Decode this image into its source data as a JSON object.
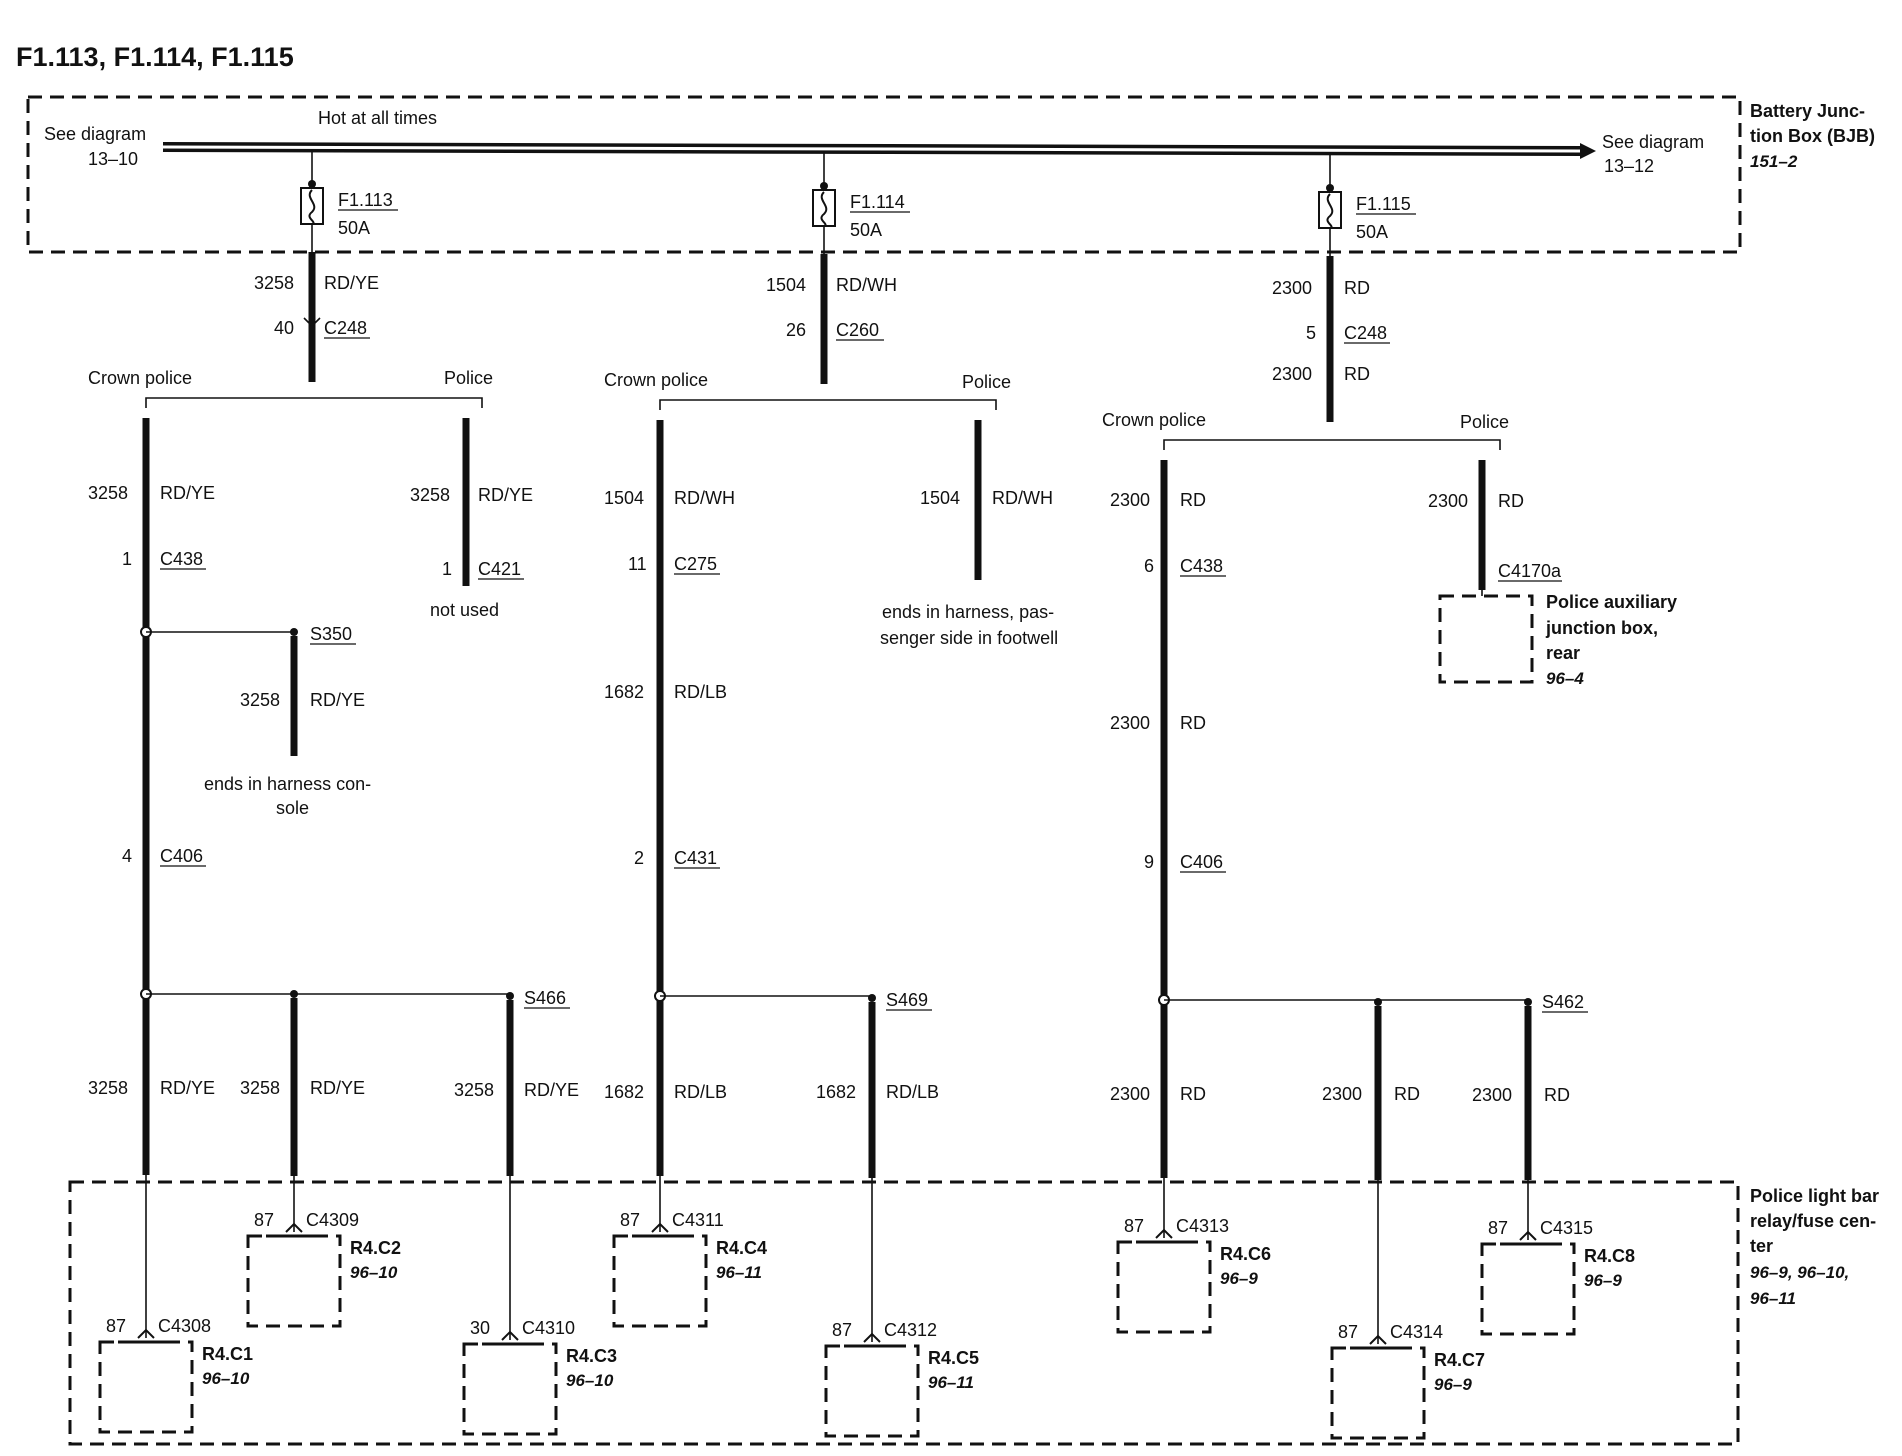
{
  "title": "F1.113, F1.114, F1.115",
  "bus": {
    "hot_label": "Hot at all times",
    "left_ref": [
      "See diagram",
      "13–10"
    ],
    "right_ref": [
      "See diagram",
      "13–12"
    ]
  },
  "bjb": {
    "lines": [
      "Battery Junc-",
      "tion Box (BJB)"
    ],
    "ref": "151–2"
  },
  "fuses": [
    {
      "id": "F1.113",
      "rating": "50A"
    },
    {
      "id": "F1.114",
      "rating": "50A"
    },
    {
      "id": "F1.115",
      "rating": "50A"
    }
  ],
  "labels": {
    "crown": "Crown police",
    "police": "Police",
    "not_used": "not used",
    "ends_console": [
      "ends in harness con-",
      "sole"
    ],
    "ends_footwell": [
      "ends in harness, pas-",
      "senger side in footwell"
    ],
    "aux_box": [
      "Police auxiliary",
      "junction box,",
      "rear"
    ],
    "aux_ref": "96–4",
    "relay_center": [
      "Police light bar",
      "relay/fuse cen-",
      "ter"
    ],
    "relay_refs": [
      "96–9, 96–10,",
      "96–11"
    ]
  },
  "wires": {
    "w3258": "3258",
    "rdye": "RD/YE",
    "w1504": "1504",
    "rdwh": "RD/WH",
    "w1682": "1682",
    "rdlb": "RD/LB",
    "w2300": "2300",
    "rd": "RD"
  },
  "connectors": {
    "c248": "C248",
    "c260": "C260",
    "c438": "C438",
    "c421": "C421",
    "c406": "C406",
    "c275": "C275",
    "c431": "C431",
    "c4170a": "C4170a",
    "s350": "S350",
    "s466": "S466",
    "s469": "S469",
    "s462": "S462",
    "p40": "40",
    "p26": "26",
    "p5": "5",
    "p1": "1",
    "p11": "11",
    "p6": "6",
    "p4": "4",
    "p2": "2",
    "p9": "9"
  },
  "relays": [
    {
      "conn": "C4308",
      "pin": "87",
      "name": "R4.C1",
      "ref": "96–10"
    },
    {
      "conn": "C4309",
      "pin": "87",
      "name": "R4.C2",
      "ref": "96–10"
    },
    {
      "conn": "C4310",
      "pin": "30",
      "name": "R4.C3",
      "ref": "96–10"
    },
    {
      "conn": "C4311",
      "pin": "87",
      "name": "R4.C4",
      "ref": "96–11"
    },
    {
      "conn": "C4312",
      "pin": "87",
      "name": "R4.C5",
      "ref": "96–11"
    },
    {
      "conn": "C4313",
      "pin": "87",
      "name": "R4.C6",
      "ref": "96–9"
    },
    {
      "conn": "C4314",
      "pin": "87",
      "name": "R4.C7",
      "ref": "96–9"
    },
    {
      "conn": "C4315",
      "pin": "87",
      "name": "R4.C8",
      "ref": "96–9"
    }
  ]
}
